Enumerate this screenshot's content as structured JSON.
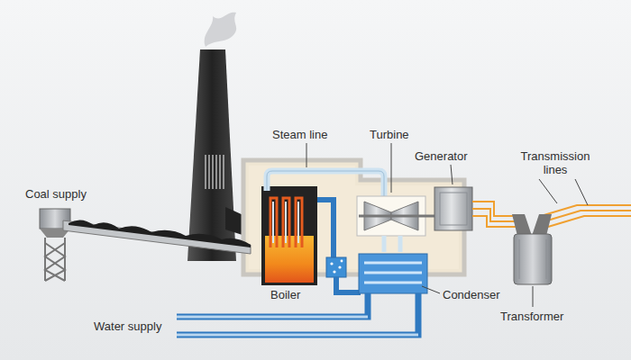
{
  "diagram": {
    "labels": [
      "Steam line",
      "Turbine",
      "Generator",
      "Transmission lines",
      "Coal supply",
      "Boiler",
      "Condenser",
      "Water supply",
      "Transformer"
    ]
  }
}
